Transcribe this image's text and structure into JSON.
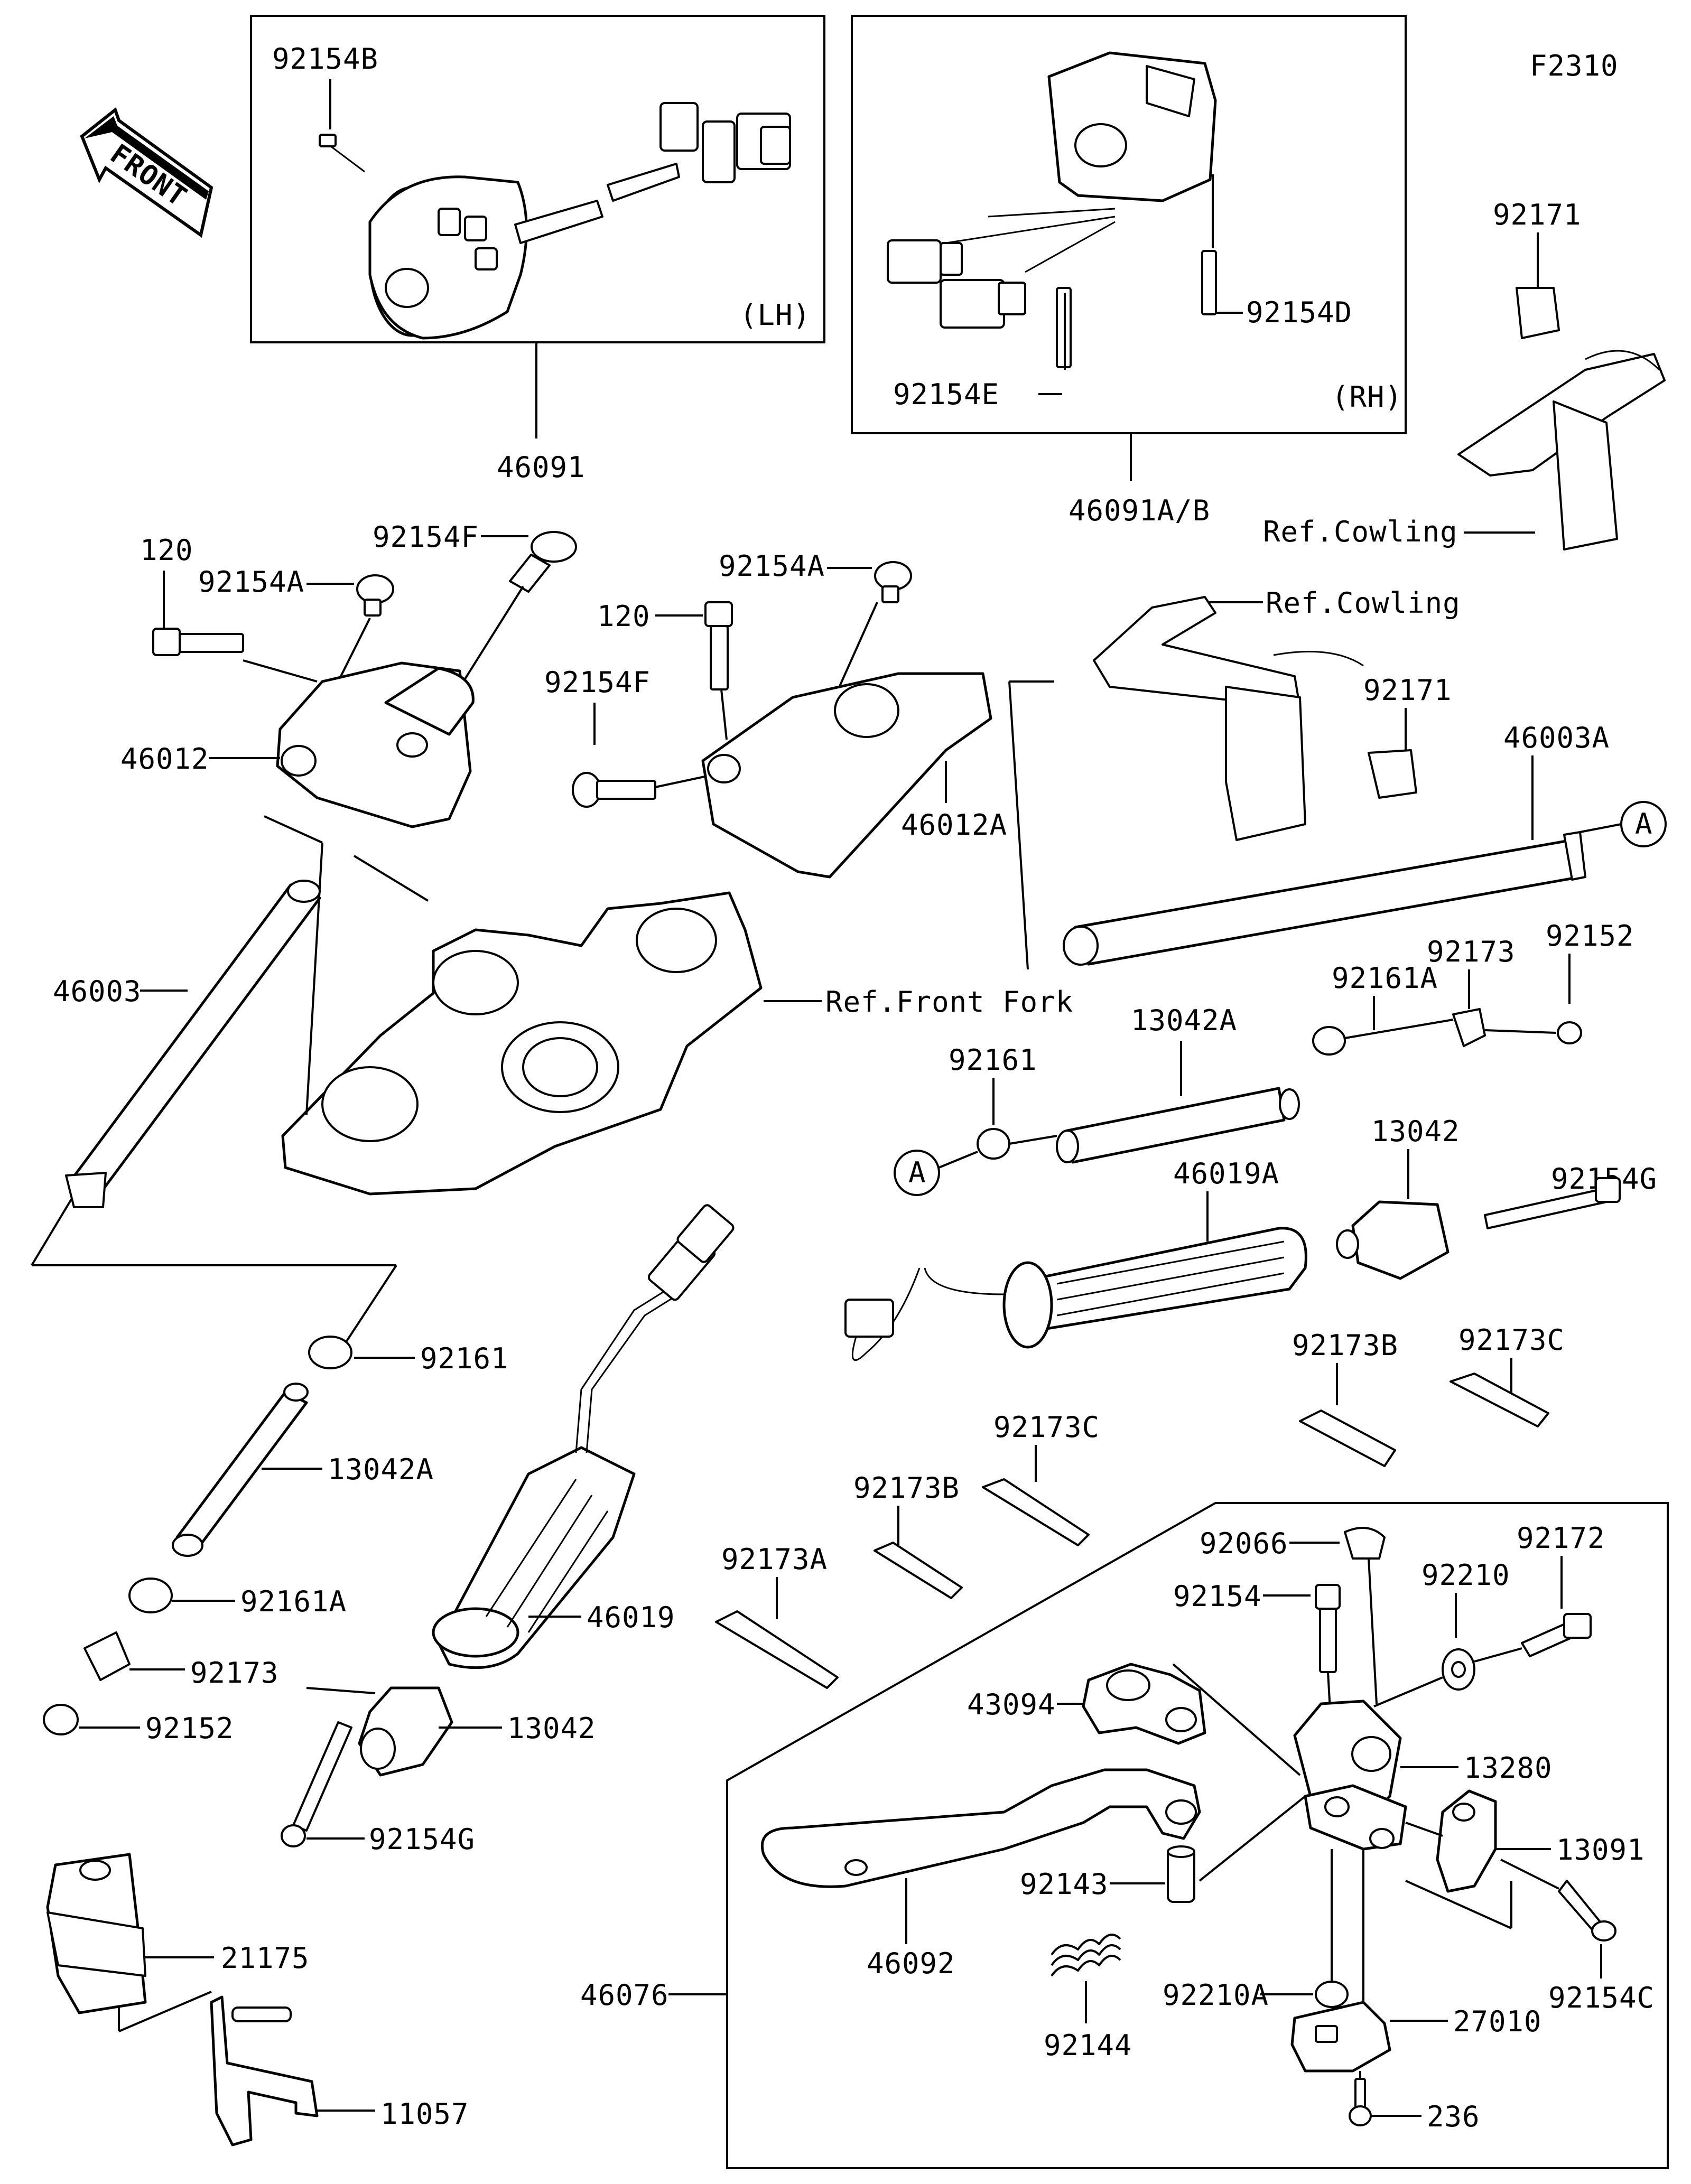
{
  "figure_code": "F2310",
  "front_label": "FRONT",
  "labels": {
    "p92154B": "92154B",
    "p46091": "46091",
    "lh": "(LH)",
    "rh": "(RH)",
    "p92154D": "92154D",
    "p92154E": "92154E",
    "p46091AB": "46091A/B",
    "p92171a": "92171",
    "refCowling1": "Ref.Cowling",
    "refCowling2": "Ref.Cowling",
    "p92171b": "92171",
    "p120a": "120",
    "p92154Fa": "92154F",
    "p92154Aa": "92154A",
    "p92154Ab": "92154A",
    "p120b": "120",
    "p92154Fb": "92154F",
    "p46012": "46012",
    "p46012A": "46012A",
    "p46003A": "46003A",
    "circleA1": "A",
    "circleA2": "A",
    "refFrontFork": "Ref.Front Fork",
    "p46003": "46003",
    "p92161Aa": "92161A",
    "p92173a": "92173",
    "p92152a": "92152",
    "p13042Aa": "13042A",
    "p92161a": "92161",
    "p92154Ga": "92154G",
    "p13042a": "13042",
    "p46019A": "46019A",
    "p92161b": "92161",
    "p13042Ab": "13042A",
    "p92161Ab": "92161A",
    "p92173b": "92173",
    "p92152b": "92152",
    "p46019": "46019",
    "p13042b": "13042",
    "p92154Gb": "92154G",
    "p21175": "21175",
    "p11057": "11057",
    "p92173Ba": "92173B",
    "p92173Ca": "92173C",
    "p92173Cb": "92173C",
    "p92173Bb": "92173B",
    "p92173A": "92173A",
    "p92066": "92066",
    "p92172": "92172",
    "p92154": "92154",
    "p92210": "92210",
    "p43094": "43094",
    "p13280": "13280",
    "p13091": "13091",
    "p46092": "46092",
    "p92143": "92143",
    "p92154C": "92154C",
    "p46076": "46076",
    "p92210A": "92210A",
    "p92144": "92144",
    "p27010": "27010",
    "p236": "236"
  }
}
